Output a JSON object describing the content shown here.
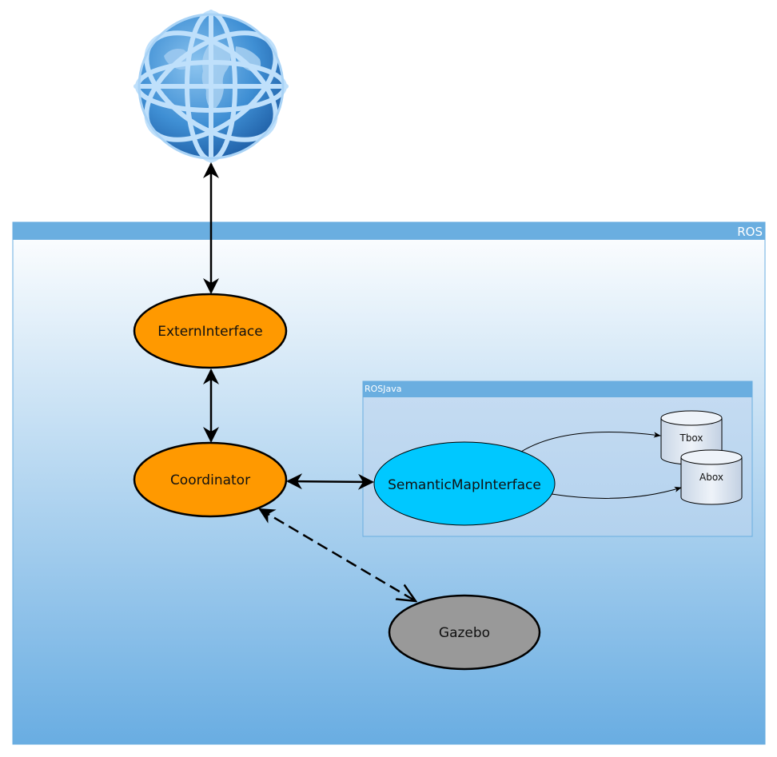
{
  "containers": {
    "ros": {
      "label": "ROS",
      "header_color": "#6aaee0"
    },
    "rosjava": {
      "label": "ROSJava",
      "header_color": "#6aaee0"
    }
  },
  "nodes": {
    "extern_interface": {
      "label": "ExternInterface",
      "color": "#ff9900"
    },
    "coordinator": {
      "label": "Coordinator",
      "color": "#ff9900"
    },
    "semantic_map_interface": {
      "label": "SemanticMapInterface",
      "color": "#00c8ff"
    },
    "gazebo": {
      "label": "Gazebo",
      "color": "#999999"
    }
  },
  "databases": {
    "tbox": {
      "label": "Tbox"
    },
    "abox": {
      "label": "Abox"
    }
  },
  "icons": {
    "globe": "globe-icon"
  }
}
